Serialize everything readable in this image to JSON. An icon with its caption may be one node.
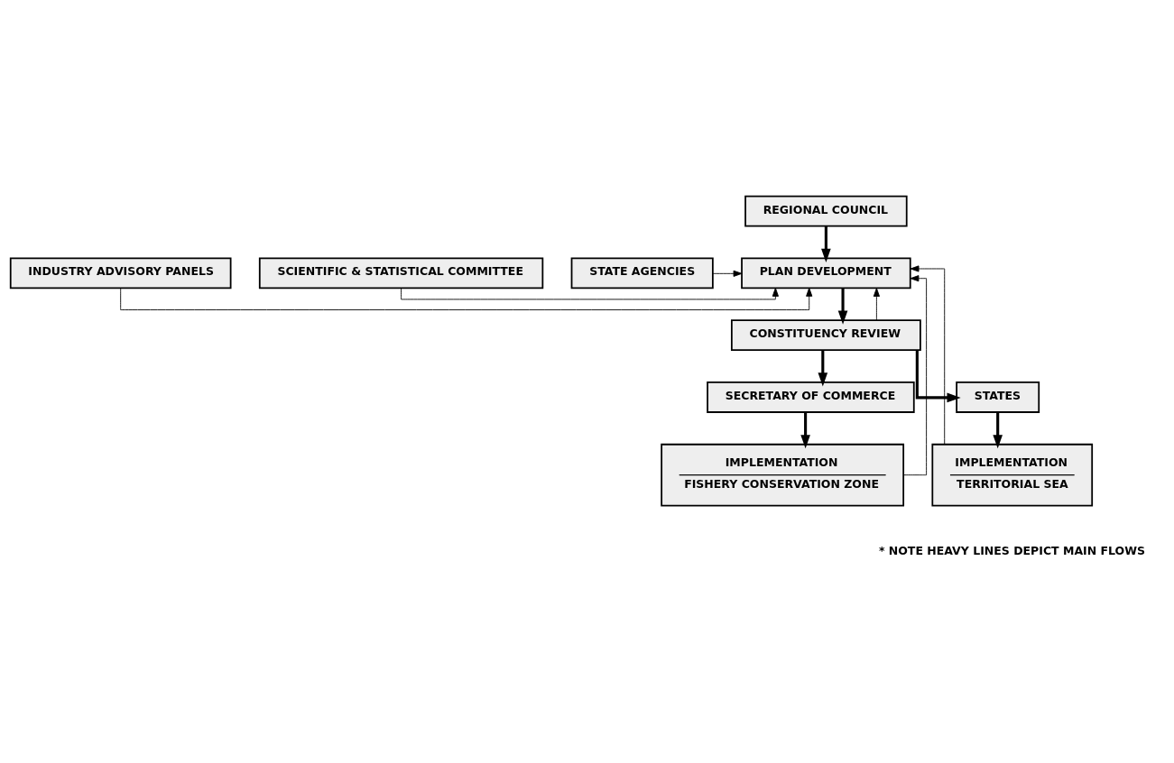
{
  "diagram": {
    "nodes": [
      {
        "text": [
          "REGIONAL COUNCIL"
        ]
      },
      {
        "text": [
          "PLAN DEVELOPMENT"
        ]
      },
      {
        "text": [
          "CONSTITUENCY REVIEW"
        ]
      },
      {
        "text": [
          "INDUSTRY ADVISORY PANELS"
        ]
      },
      {
        "text": [
          "SCIENTIFIC & STATISTICAL COMMITTEE"
        ]
      },
      {
        "text": [
          "STATE AGENCIES"
        ]
      },
      {
        "text": [
          "SECRETARY OF COMMERCE"
        ]
      },
      {
        "text": [
          "IMPLEMENTATION",
          "FISHERY CONSERVATION ZONE"
        ]
      },
      {
        "text": [
          "STATES"
        ]
      },
      {
        "text": [
          "IMPLEMENTATION",
          "TERRITORIAL SEA"
        ]
      }
    ],
    "edges": [
      {
        "from": 0,
        "to": 1,
        "arrow": "to",
        "style": "thick"
      },
      {
        "from": 3,
        "to": 1,
        "arrow": "to"
      },
      {
        "from": 4,
        "to": 1,
        "arrow": "to"
      },
      {
        "from": 5,
        "to": 1,
        "arrow": "to"
      },
      {
        "from": 1,
        "to": 2,
        "arrow": "to",
        "style": "thick"
      },
      {
        "from": 2,
        "to": 6,
        "arrow": "to",
        "style": "thick"
      },
      {
        "from": 2,
        "to": 8,
        "arrow": "to",
        "style": "thick"
      },
      {
        "from": 6,
        "to": 7,
        "arrow": "to",
        "style": "thick"
      },
      {
        "from": 8,
        "to": 9,
        "arrow": "to",
        "style": "thick"
      },
      {
        "from": 2,
        "to": 1,
        "arrow": "to"
      },
      {
        "from": 7,
        "to": 1,
        "arrow": "to"
      },
      {
        "from": 9,
        "to": 1,
        "arrow": "to"
      }
    ],
    "labels": [
      "* NOTE HEAVY LINES DEPICT MAIN FLOWS"
    ]
  }
}
